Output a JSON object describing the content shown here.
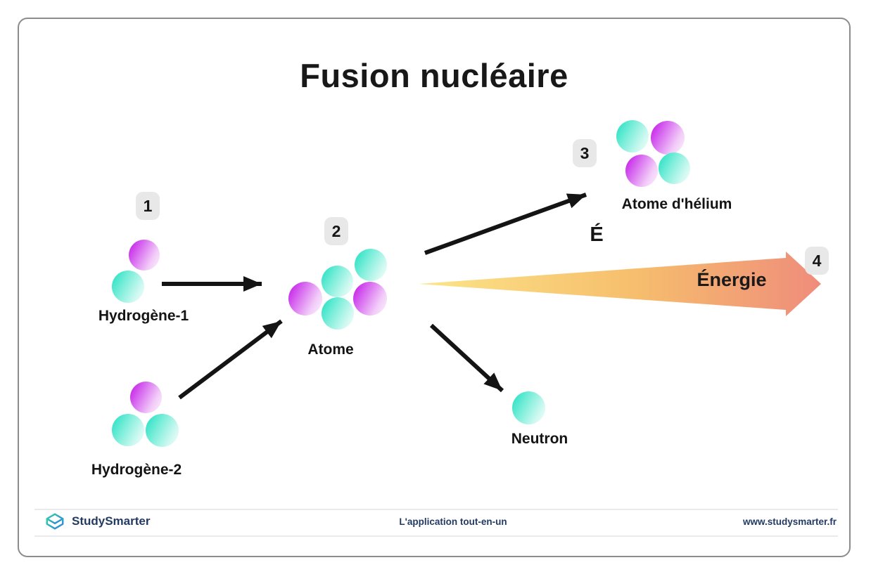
{
  "title": "Fusion nucléaire",
  "nodes": {
    "hydrogen1": {
      "label": "Hydrogène-1",
      "badge": "1",
      "particles": {
        "magenta": 1,
        "cyan": 1
      }
    },
    "hydrogen2": {
      "label": "Hydrogène-2",
      "particles": {
        "magenta": 1,
        "cyan": 2
      }
    },
    "atom": {
      "label": "Atome",
      "badge": "2",
      "particles": {
        "magenta": 2,
        "cyan": 3
      }
    },
    "helium": {
      "label": "Atome d'hélium",
      "badge": "3",
      "particles": {
        "magenta": 2,
        "cyan": 2
      }
    },
    "neutron": {
      "label": "Neutron",
      "particles": {
        "magenta": 0,
        "cyan": 1
      }
    },
    "energy": {
      "label": "Énergie",
      "badge": "4",
      "symbol": "É"
    }
  },
  "footer": {
    "brand": "StudySmarter",
    "tagline": "L'application tout-en-un",
    "website": "www.studysmarter.fr"
  },
  "colors": {
    "magenta": "#c414e8",
    "cyan": "#20e0c2",
    "energyStart": "#fce588",
    "energyMid": "#f6bd6d",
    "energyEnd": "#ef8c7b",
    "badgeBg": "#e8e8e8",
    "navy": "#233a63",
    "divider": "#e9e9ee",
    "cardBorder": "#8c8c8c",
    "logoTeal": "#2fd1a8",
    "logoBlue": "#2e7fe0"
  }
}
